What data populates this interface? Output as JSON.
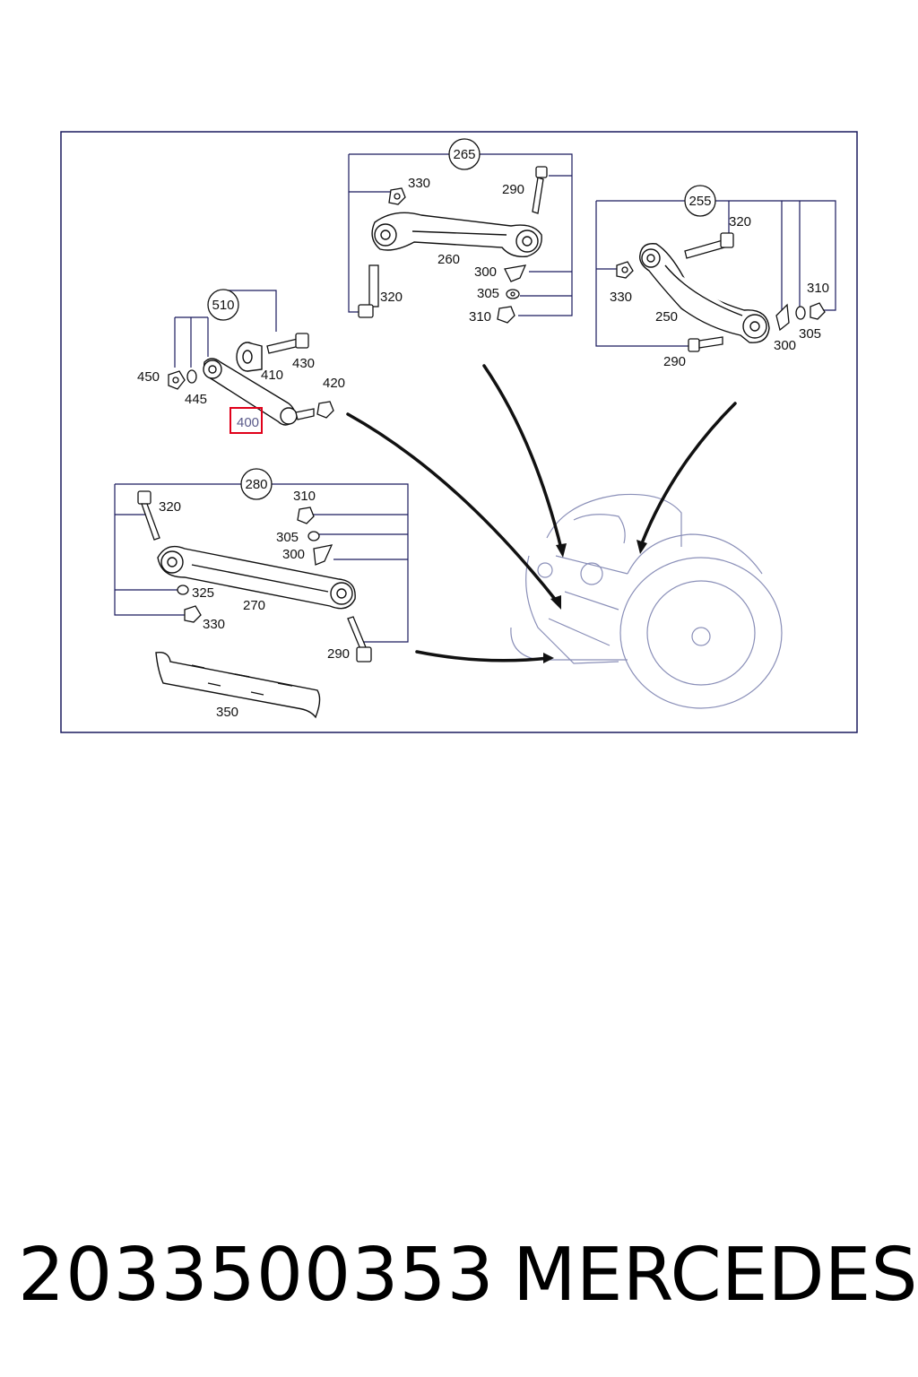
{
  "diagram": {
    "groups": {
      "g265": "265",
      "g255": "255",
      "g510": "510",
      "g280": "280"
    },
    "labels": {
      "l330a": "330",
      "l290a": "290",
      "l260": "260",
      "l300a": "300",
      "l305a": "305",
      "l310a": "310",
      "l320a": "320",
      "l320b": "320",
      "l330b": "330",
      "l250": "250",
      "l310b": "310",
      "l300b": "300",
      "l305b": "305",
      "l290b": "290",
      "l450": "450",
      "l445": "445",
      "l410": "410",
      "l430": "430",
      "l420": "420",
      "l400": "400",
      "l320c": "320",
      "l310c": "310",
      "l305c": "305",
      "l300c": "300",
      "l325": "325",
      "l270": "270",
      "l330c": "330",
      "l290c": "290",
      "l350": "350"
    },
    "highlight_part": "400",
    "highlight_color": "#e0001a",
    "frame_color": "#1a1a5e"
  },
  "caption": {
    "part_number": "2033500353",
    "brand": "MERCEDES"
  }
}
